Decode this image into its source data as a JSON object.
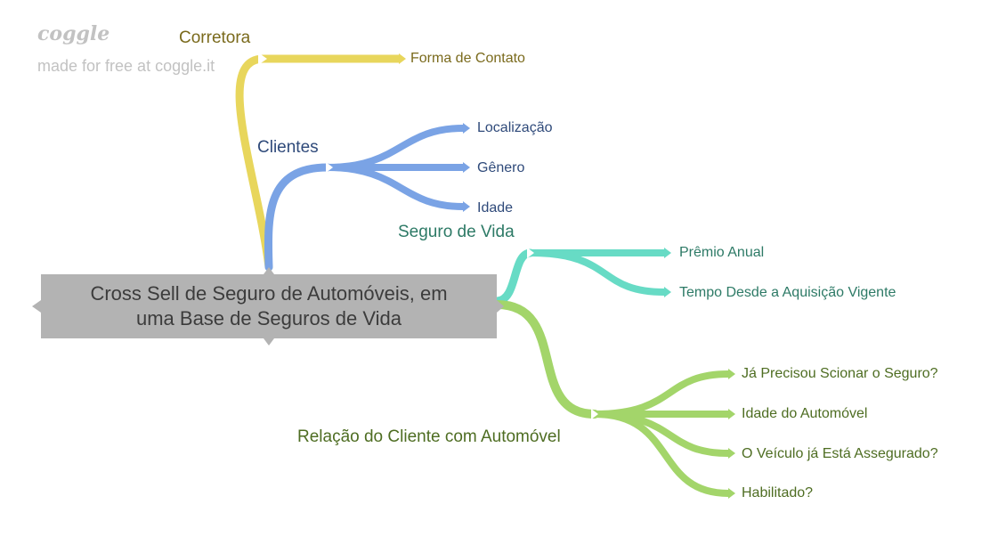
{
  "watermark": {
    "logo": "coggle",
    "tagline": "made for free at coggle.it"
  },
  "colors": {
    "yellow": "#e8d65c",
    "blue": "#7aa3e5",
    "teal": "#67dbc5",
    "green": "#a3d56a",
    "root_fill": "#b3b3b3",
    "text_yellow": "#7a6a1c",
    "text_blue": "#2f4a7a",
    "text_teal": "#2d7a66",
    "text_green": "#4e6d22"
  },
  "root": {
    "line1": "Cross Sell de Seguro de Automóveis, em",
    "line2": "uma Base de Seguros de Vida"
  },
  "branches": {
    "corretora": {
      "label": "Corretora",
      "children": [
        "Forma de Contato"
      ]
    },
    "clientes": {
      "label": "Clientes",
      "children": [
        "Localização",
        "Gênero",
        "Idade"
      ]
    },
    "seguro_vida": {
      "label": "Seguro de Vida",
      "children": [
        "Prêmio Anual",
        "Tempo Desde a Aquisição Vigente"
      ]
    },
    "relacao": {
      "label": "Relação do Cliente com Automóvel",
      "children": [
        "Já Precisou Scionar o Seguro?",
        "Idade do Automóvel",
        "O Veículo já Está Assegurado?",
        "Habilitado?"
      ]
    }
  }
}
